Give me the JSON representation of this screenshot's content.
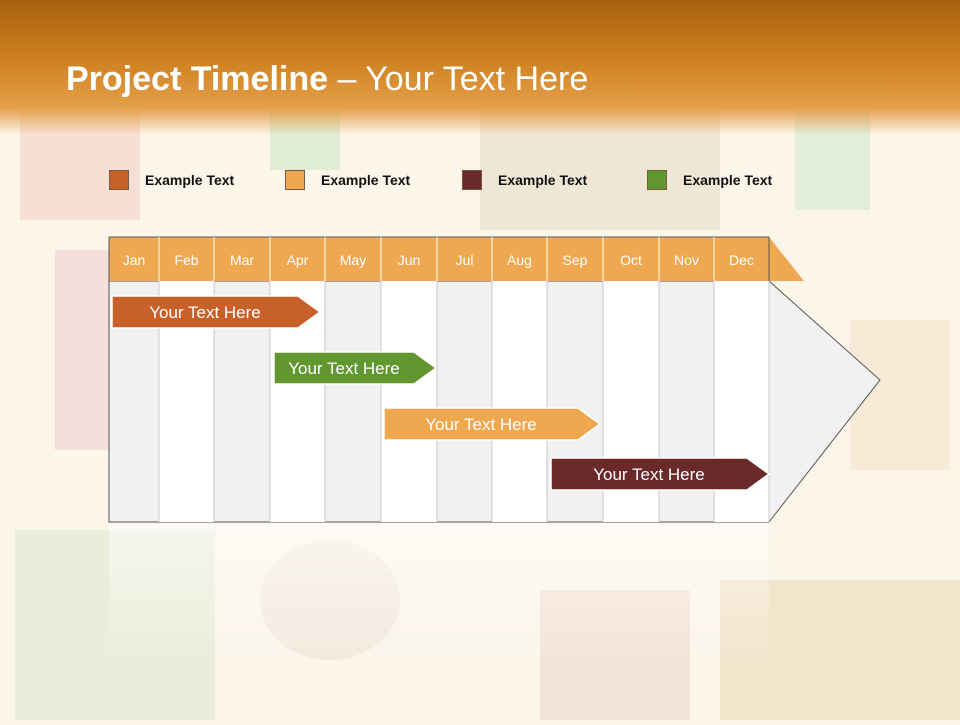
{
  "title": {
    "bold": "Project Timeline",
    "rest": " – Your Text Here"
  },
  "legend": [
    {
      "label": "Example Text",
      "color": "#c8602a"
    },
    {
      "label": "Example Text",
      "color": "#f0a850"
    },
    {
      "label": "Example Text",
      "color": "#6a2a2a"
    },
    {
      "label": "Example Text",
      "color": "#62962e"
    }
  ],
  "months": [
    "Jan",
    "Feb",
    "Mar",
    "Apr",
    "May",
    "Jun",
    "Jul",
    "Aug",
    "Sep",
    "Oct",
    "Nov",
    "Dec"
  ],
  "tasks": [
    {
      "label": "Your  Text Here",
      "start": "Jan",
      "end": "Apr",
      "color": "#c8602a"
    },
    {
      "label": "Your  Text Here",
      "start": "Apr",
      "end": "Jun",
      "color": "#62962e"
    },
    {
      "label": "Your  Text Here",
      "start": "Jun",
      "end": "Sep",
      "color": "#f0a850"
    },
    {
      "label": "Your  Text Here",
      "start": "Sep",
      "end": "Dec",
      "color": "#6a2a2a"
    }
  ],
  "colors": {
    "header": "#cf8120",
    "month_bar": "#f0a850"
  }
}
